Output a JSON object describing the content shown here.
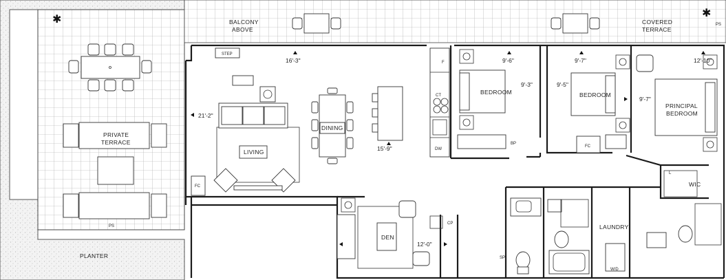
{
  "rooms": {
    "balcony_above": [
      "BALCONY",
      "ABOVE"
    ],
    "covered_terrace": [
      "COVERED",
      "TERRACE"
    ],
    "private_terrace": [
      "PRIVATE",
      "TERRACE"
    ],
    "planter": "PLANTER",
    "living": "LIVING",
    "dining": "DINING",
    "den": "DEN",
    "bedroom_1": "BEDROOM",
    "bedroom_2": "BEDROOM",
    "principal_bedroom": [
      "PRINCIPAL",
      "BEDROOM"
    ],
    "wic": "WIC",
    "laundry": "LAUNDRY"
  },
  "dimensions": {
    "balcony_width": "16'-3\"",
    "living_depth": "21'-2\"",
    "kitchen_width": "15'-9\"",
    "bedroom1_width": "9'-6\"",
    "bedroom1_depth": "9'-3\"",
    "bedroom2_width": "9'-7\"",
    "bedroom2_depth": "9'-5\"",
    "principal_width": "12'-10\"",
    "principal_depth": "9'-7\"",
    "den_width": "12'-0\""
  },
  "fixtures": {
    "step": "STEP",
    "ps_terrace": "PS",
    "ps_covered": "PS",
    "fridge": "F",
    "ct": "CT",
    "dw": "DW",
    "fc_living": "FC",
    "fc_bedroom": "FC",
    "bp": "BP",
    "cp": "CP",
    "sp": "SP",
    "l": "L",
    "wd": "W/D"
  },
  "colors": {
    "wall": "#1a1a1a",
    "tile_grid": "#9a9a9a",
    "planter_fill": "#e8e8e8"
  }
}
